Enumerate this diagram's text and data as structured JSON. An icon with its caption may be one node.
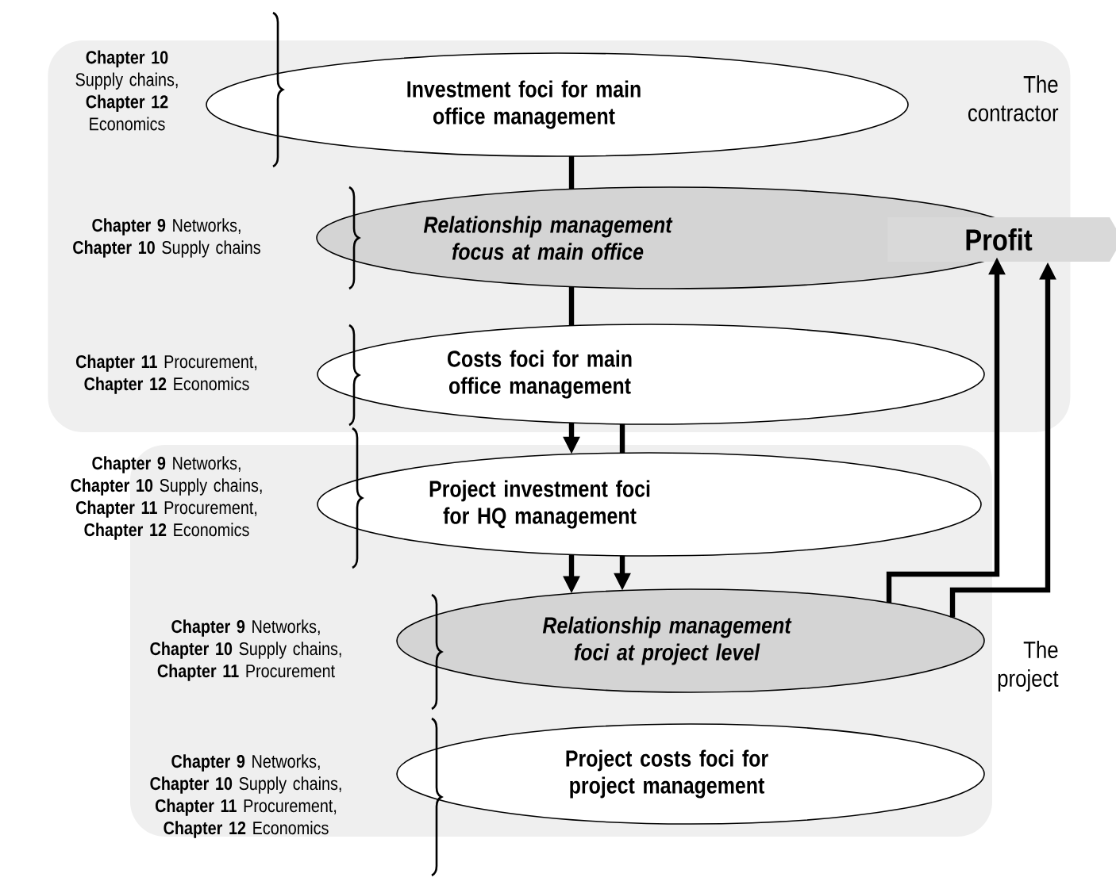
{
  "diagram": {
    "nodes": [
      {
        "text": [
          "The contractor"
        ]
      },
      {
        "text": [
          "Investment foci for main office management"
        ],
        "in": 0,
        "beside": [
          "**Chapter 10** Supply chains, **Chapter 12** Economics"
        ]
      },
      {
        "text": [
          "Relationship management focus at main office"
        ],
        "in": 0,
        "beside": [
          "**Chapter 9** Networks, **Chapter 10** Supply chains"
        ]
      },
      {
        "text": [
          "Profit"
        ]
      },
      {
        "text": [
          "Costs foci for main office management"
        ],
        "in": 0,
        "beside": [
          "**Chapter 11** Procurement, **Chapter 12** Economics"
        ]
      },
      {
        "text": [
          "The project"
        ]
      },
      {
        "text": [
          "Project investment foci for HQ management"
        ],
        "in": 5,
        "beside": [
          "**Chapter 9** Networks, **Chapter 10** Supply chains, **Chapter 11** Procurement, **Chapter 12** Economics"
        ]
      },
      {
        "text": [
          "Relationship management foci at project level"
        ],
        "in": 5,
        "beside": [
          "**Chapter 9** Networks, **Chapter 10** Supply chains, **Chapter 11** Procurement"
        ]
      },
      {
        "text": [
          "Project costs foci for project management"
        ],
        "in": 5,
        "beside": [
          "**Chapter 9** Networks, **Chapter 10** Supply chains, **Chapter 11** Procurement, **Chapter 12** Economics"
        ]
      }
    ],
    "edges": [
      {
        "from": 1,
        "to": 2,
        "arrow": "none"
      },
      {
        "from": 2,
        "to": 4,
        "arrow": "none"
      },
      {
        "from": 4,
        "to": 6,
        "arrow": "to"
      },
      {
        "from": 6,
        "to": 7,
        "arrow": "to"
      },
      {
        "from": 4,
        "to": 6,
        "arrow": "none"
      },
      {
        "from": 6,
        "to": 7,
        "arrow": "to"
      },
      {
        "from": 7,
        "to": 2,
        "arrow": "to"
      },
      {
        "from": 7,
        "to": 3,
        "arrow": "to"
      }
    ]
  }
}
